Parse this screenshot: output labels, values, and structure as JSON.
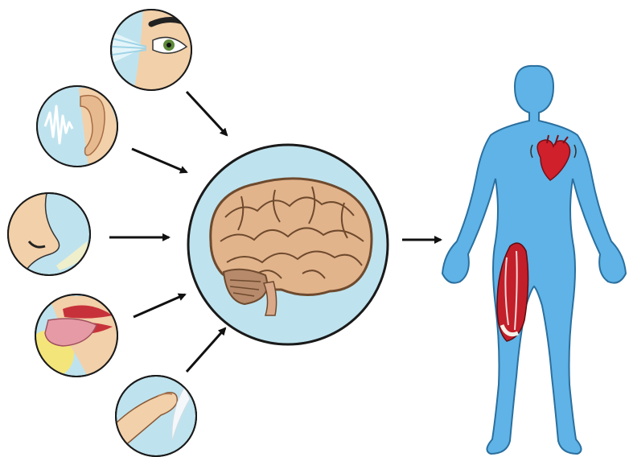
{
  "diagram": {
    "senses": [
      {
        "name": "sight"
      },
      {
        "name": "hearing"
      },
      {
        "name": "smell"
      },
      {
        "name": "taste"
      },
      {
        "name": "touch"
      }
    ],
    "center": {
      "name": "brain"
    },
    "output": {
      "name": "body",
      "organs": [
        "heart",
        "thigh-muscle"
      ]
    }
  },
  "colors": {
    "circle_fill": "#bfe3ee",
    "circle_stroke": "#1a1a1a",
    "body_blue": "#5fb3e6",
    "brain": "#e2b48c",
    "heart": "#d0202c",
    "muscle": "#c21f2a",
    "arrow": "#111111"
  }
}
